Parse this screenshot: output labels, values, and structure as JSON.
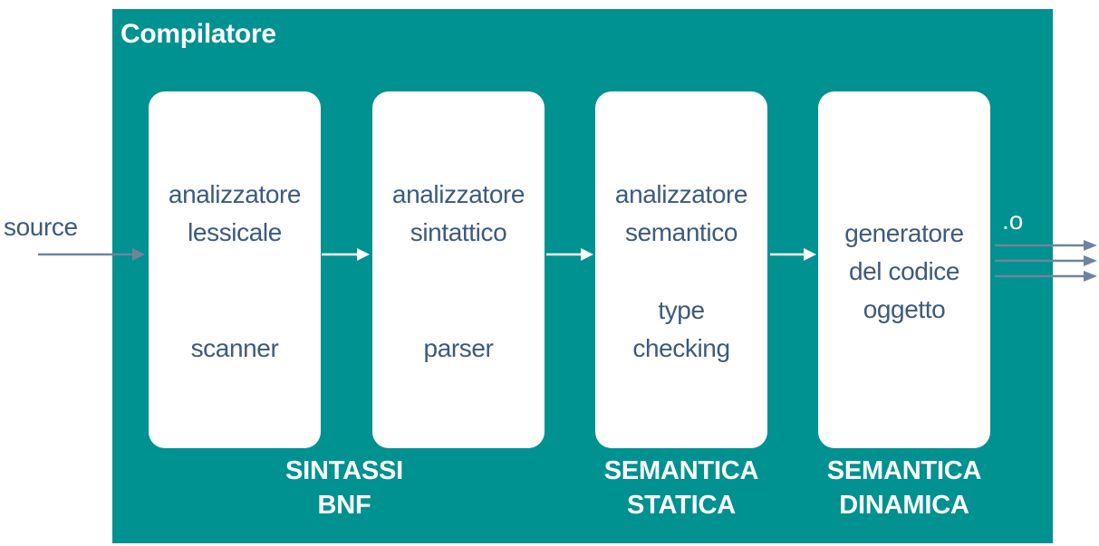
{
  "diagram": {
    "title": "Compilatore",
    "input_label": "source",
    "output_label": ".o",
    "stages": [
      {
        "lines": [
          "analizzatore",
          "lessicale"
        ],
        "alias_lines": [
          "scanner"
        ]
      },
      {
        "lines": [
          "analizzatore",
          "sintattico"
        ],
        "alias_lines": [
          "parser"
        ]
      },
      {
        "lines": [
          "analizzatore",
          "semantico"
        ],
        "alias_lines": [
          "type",
          "checking"
        ]
      },
      {
        "lines": [
          "generatore",
          "del codice",
          "oggetto"
        ],
        "alias_lines": []
      }
    ],
    "groups": [
      {
        "lines": [
          "SINTASSI",
          "BNF"
        ]
      },
      {
        "lines": [
          "SEMANTICA",
          "STATICA"
        ]
      },
      {
        "lines": [
          "SEMANTICA",
          "DINAMICA"
        ]
      }
    ],
    "colors": {
      "panel": "#009191",
      "box": "#ffffff",
      "box_text": "#3d5a7c",
      "label_text": "#ffffff",
      "arrow_outside": "#6f839c",
      "arrow_inside": "#ffffff"
    }
  }
}
